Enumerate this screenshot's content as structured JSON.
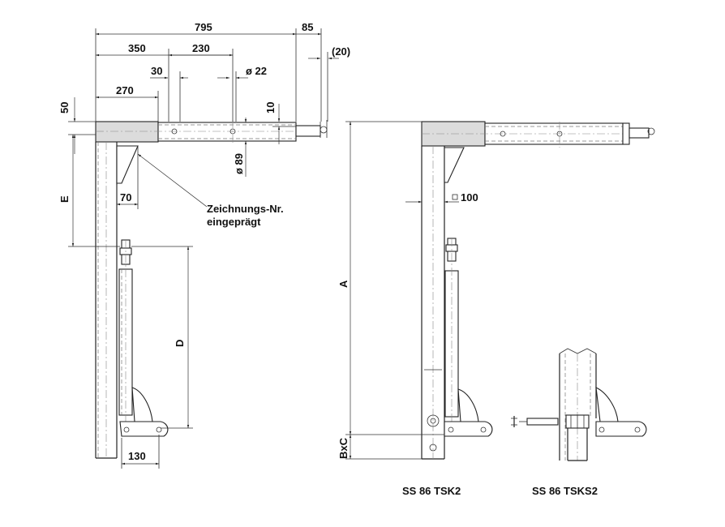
{
  "left_view": {
    "dims": {
      "overall_length": "795",
      "end_length": "85",
      "pin_ext": "(20)",
      "d350": "350",
      "d230": "230",
      "d30": "30",
      "hole_dia": "ø 22",
      "d270": "270",
      "d50": "50",
      "d10": "10",
      "tube_dia": "ø 89",
      "dim_e": "E",
      "d70": "70",
      "dim_d": "D",
      "d130": "130"
    },
    "note_line1": "Zeichnungs-Nr.",
    "note_line2": "eingeprägt"
  },
  "right_view": {
    "dims": {
      "square": "100",
      "dim_a": "A",
      "dim_bxc": "BxC"
    },
    "caption": "SS 86 TSK2"
  },
  "detail_view": {
    "caption": "SS 86 TSKS2"
  }
}
